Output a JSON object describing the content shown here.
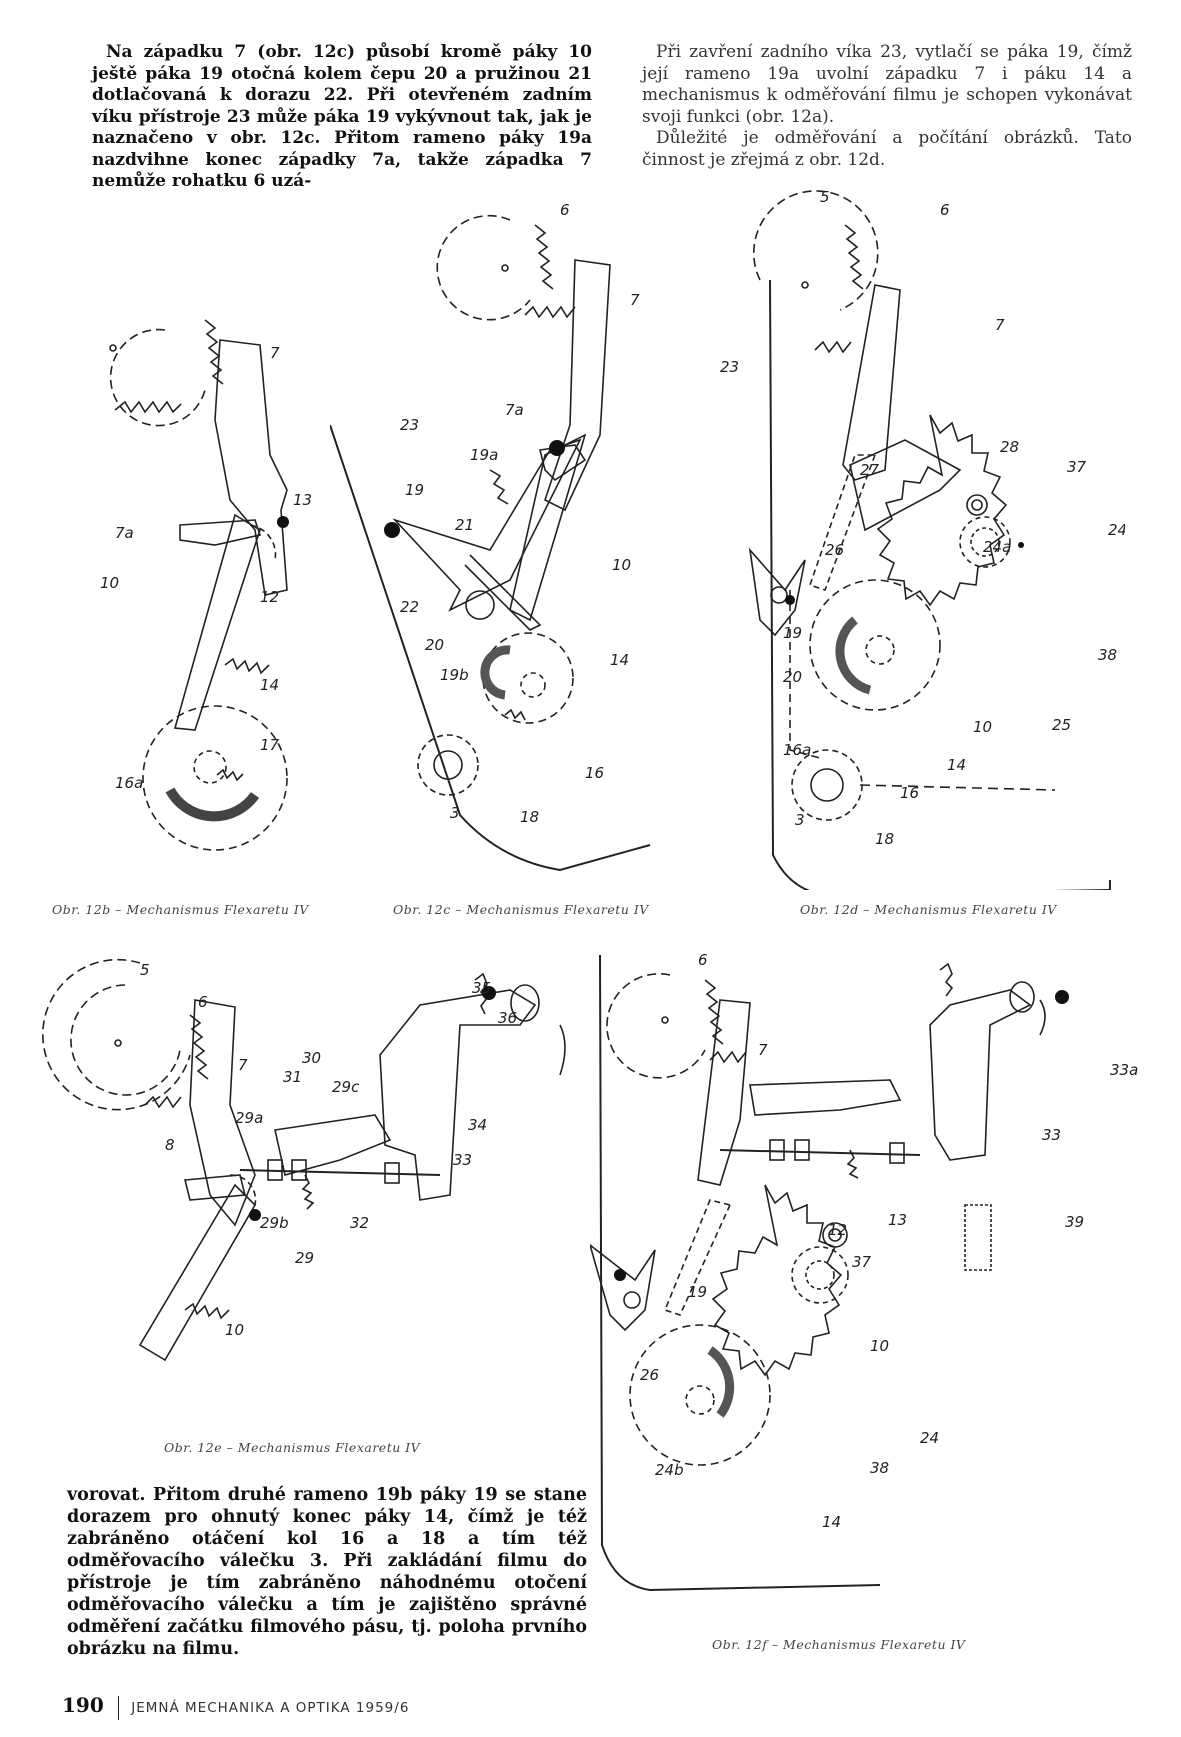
{
  "text": {
    "col1": "Na západku 7 (obr. 12c) působí kromě páky 10 ještě páka 19 otočná kolem čepu 20 a pružinou 21 dotlačovaná k dorazu 22. Při otevřeném zadním víku přístroje 23 může páka 19 vykývnout tak, jak je naznačeno v obr. 12c. Přitom rameno páky 19a nazdvihne konec západky 7a, takže západka 7 nemůže rohatku 6 uzá-",
    "col2_p1": "Při zavření zadního víka 23, vytlačí se páka 19, čímž její rameno 19a uvolní západku 7 i páku 14 a mechanismus k odměřování filmu je schopen vykonávat svoji funkci (obr. 12a).",
    "col2_p2": "Důležité je odměřování a počítání obrázků. Tato činnost je zřejmá z obr. 12d.",
    "col3": "vorovat. Přitom druhé rameno 19b páky 19 se stane dorazem pro ohnutý konec páky 14, čímž je též zabráněno otáčení kol 16 a 18 a tím též odměřovacího válečku 3. Při zakládání filmu do přístroje je tím zabráněno náhodnému otočení odměřovacího válečku a tím je zajištěno správné odměření začátku filmového pásu, tj. poloha prvního obrázku na filmu."
  },
  "captions": {
    "fig12b": "Obr. 12b – Mechanismus Flexaretu IV",
    "fig12c": "Obr. 12c – Mechanismus Flexaretu IV",
    "fig12d": "Obr. 12d – Mechanismus Flexaretu IV",
    "fig12e": "Obr. 12e – Mechanismus Flexaretu IV",
    "fig12f": "Obr. 12f – Mechanismus Flexaretu IV"
  },
  "labels": {
    "fig12b": [
      "7",
      "13",
      "7a",
      "10",
      "12",
      "14",
      "17",
      "16a"
    ],
    "fig12c": [
      "6",
      "7",
      "23",
      "7a",
      "19a",
      "19",
      "21",
      "10",
      "22",
      "20",
      "19b",
      "14",
      "16",
      "3",
      "18"
    ],
    "fig12d": [
      "5",
      "6",
      "7",
      "23",
      "28",
      "37",
      "27",
      "24",
      "24a",
      "26",
      "19",
      "20",
      "38",
      "25",
      "10",
      "16a",
      "14",
      "16",
      "3",
      "18"
    ],
    "fig12e": [
      "5",
      "6",
      "7",
      "8",
      "30",
      "31",
      "29c",
      "29a",
      "35",
      "36",
      "34",
      "33",
      "29b",
      "32",
      "29",
      "10"
    ],
    "fig12f": [
      "6",
      "7",
      "33a",
      "33",
      "13",
      "39",
      "12",
      "37",
      "19",
      "10",
      "26",
      "24",
      "38",
      "24b",
      "14"
    ]
  },
  "footer": {
    "page_number": "190",
    "journal": "JEMNÁ MECHANIKA A OPTIKA 1959/6"
  }
}
